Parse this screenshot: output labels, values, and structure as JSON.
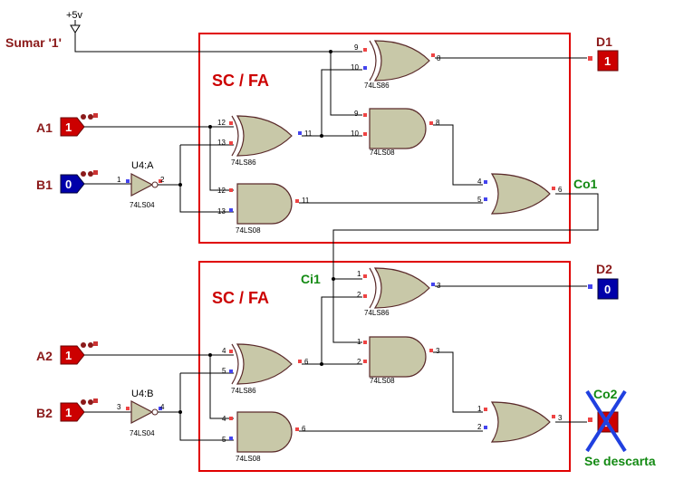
{
  "title_vcc": "+5v",
  "sumar_label": "Sumar '1'",
  "blocks": [
    {
      "label": "SC / FA"
    },
    {
      "label": "SC / FA"
    }
  ],
  "inputs": {
    "a1": {
      "name": "A1",
      "value": "1",
      "color": "#cc0000"
    },
    "b1": {
      "name": "B1",
      "value": "0",
      "color": "#0000aa"
    },
    "a2": {
      "name": "A2",
      "value": "1",
      "color": "#cc0000"
    },
    "b2": {
      "name": "B2",
      "value": "1",
      "color": "#cc0000"
    }
  },
  "outputs": {
    "d1": {
      "name": "D1",
      "value": "1",
      "color": "#cc0000"
    },
    "d2": {
      "name": "D2",
      "value": "0",
      "color": "#0000aa"
    },
    "co2": {
      "name": "Co2",
      "value": "1",
      "color": "#cc0000"
    }
  },
  "signals": {
    "co1": "Co1",
    "ci1": "Ci1",
    "discard": "Se descarta"
  },
  "inverters": {
    "u4a": {
      "name": "U4:A",
      "chip": "74LS04",
      "pin_in": "1",
      "pin_out": "2"
    },
    "u4b": {
      "name": "U4:B",
      "chip": "74LS04",
      "pin_in": "3",
      "pin_out": "4"
    }
  },
  "gates_top": {
    "xor1": {
      "chip": "74LS86",
      "pins": [
        "12",
        "13",
        "11"
      ]
    },
    "and1": {
      "chip": "74LS08",
      "pins": [
        "12",
        "13",
        "11"
      ]
    },
    "xor2": {
      "chip": "74LS86",
      "pins": [
        "9",
        "10",
        "8"
      ]
    },
    "and2": {
      "chip": "74LS08",
      "pins": [
        "9",
        "10",
        "8"
      ]
    },
    "or1": {
      "chip": "",
      "pins": [
        "4",
        "5",
        "6"
      ]
    }
  },
  "gates_bottom": {
    "xor1": {
      "chip": "74LS86",
      "pins": [
        "4",
        "5",
        "6"
      ]
    },
    "and1": {
      "chip": "74LS08",
      "pins": [
        "4",
        "5",
        "6"
      ]
    },
    "xor2": {
      "chip": "74LS86",
      "pins": [
        "1",
        "2",
        "3"
      ]
    },
    "and2": {
      "chip": "74LS08",
      "pins": [
        "1",
        "2",
        "3"
      ]
    },
    "or1": {
      "chip": "",
      "pins": [
        "1",
        "2",
        "3"
      ]
    }
  }
}
